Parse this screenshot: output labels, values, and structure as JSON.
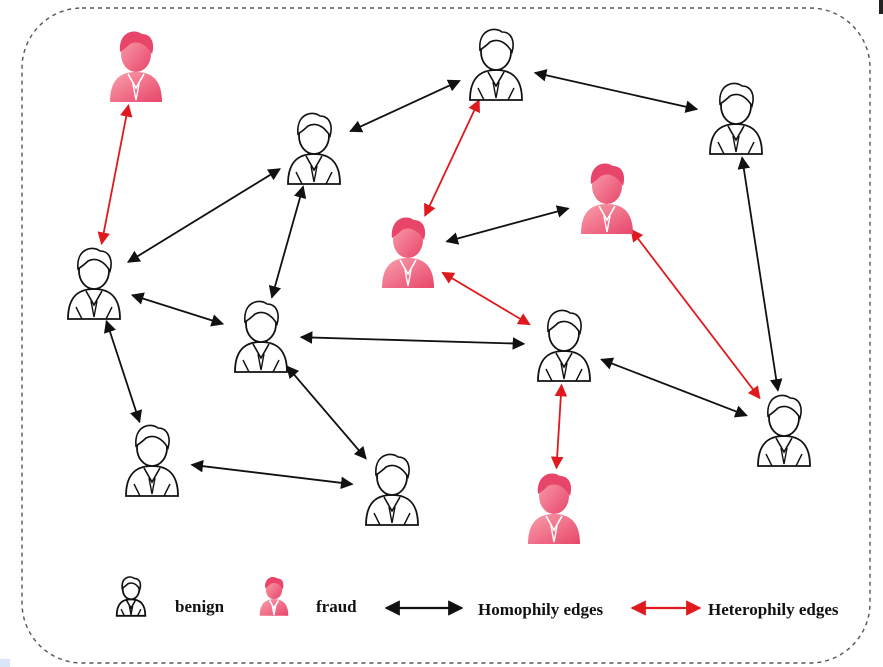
{
  "colors": {
    "benign": "#111111",
    "fraud_light": "#f78b9a",
    "fraud_dark": "#e94b6a",
    "homophily_edge": "#111111",
    "heterophily_edge": "#e0191f",
    "frame": "#555555"
  },
  "legend": {
    "benign_icon": "person-icon",
    "benign_label": "benign",
    "fraud_icon": "person-icon",
    "fraud_label": "fraud",
    "homophily_label": "Homophily edges",
    "heterophily_label": "Heterophily edges"
  },
  "nodes": [
    {
      "id": "F1",
      "type": "fraud"
    },
    {
      "id": "B1",
      "type": "benign"
    },
    {
      "id": "B2",
      "type": "benign"
    },
    {
      "id": "B3",
      "type": "benign"
    },
    {
      "id": "F2",
      "type": "fraud"
    },
    {
      "id": "F3",
      "type": "fraud"
    },
    {
      "id": "B4",
      "type": "benign"
    },
    {
      "id": "B5",
      "type": "benign"
    },
    {
      "id": "B6",
      "type": "benign"
    },
    {
      "id": "B7",
      "type": "benign"
    },
    {
      "id": "B8",
      "type": "benign"
    },
    {
      "id": "B9",
      "type": "benign"
    },
    {
      "id": "F4",
      "type": "fraud"
    }
  ],
  "edges": [
    {
      "from": "F1",
      "to": "B4",
      "kind": "heterophily"
    },
    {
      "from": "B1",
      "to": "B2",
      "kind": "homophily"
    },
    {
      "from": "B1",
      "to": "B3",
      "kind": "homophily"
    },
    {
      "from": "B1",
      "to": "F2",
      "kind": "heterophily"
    },
    {
      "from": "B2",
      "to": "B4",
      "kind": "homophily"
    },
    {
      "from": "B2",
      "to": "B5",
      "kind": "homophily"
    },
    {
      "from": "B4",
      "to": "B5",
      "kind": "homophily"
    },
    {
      "from": "B4",
      "to": "B7",
      "kind": "homophily"
    },
    {
      "from": "F2",
      "to": "F3",
      "kind": "homophily"
    },
    {
      "from": "F2",
      "to": "B6",
      "kind": "heterophily"
    },
    {
      "from": "F3",
      "to": "B9",
      "kind": "heterophily"
    },
    {
      "from": "B3",
      "to": "B9",
      "kind": "homophily"
    },
    {
      "from": "B5",
      "to": "B6",
      "kind": "homophily"
    },
    {
      "from": "B5",
      "to": "B8",
      "kind": "homophily"
    },
    {
      "from": "B6",
      "to": "B9",
      "kind": "homophily"
    },
    {
      "from": "B6",
      "to": "F4",
      "kind": "heterophily"
    },
    {
      "from": "B7",
      "to": "B8",
      "kind": "homophily"
    }
  ]
}
